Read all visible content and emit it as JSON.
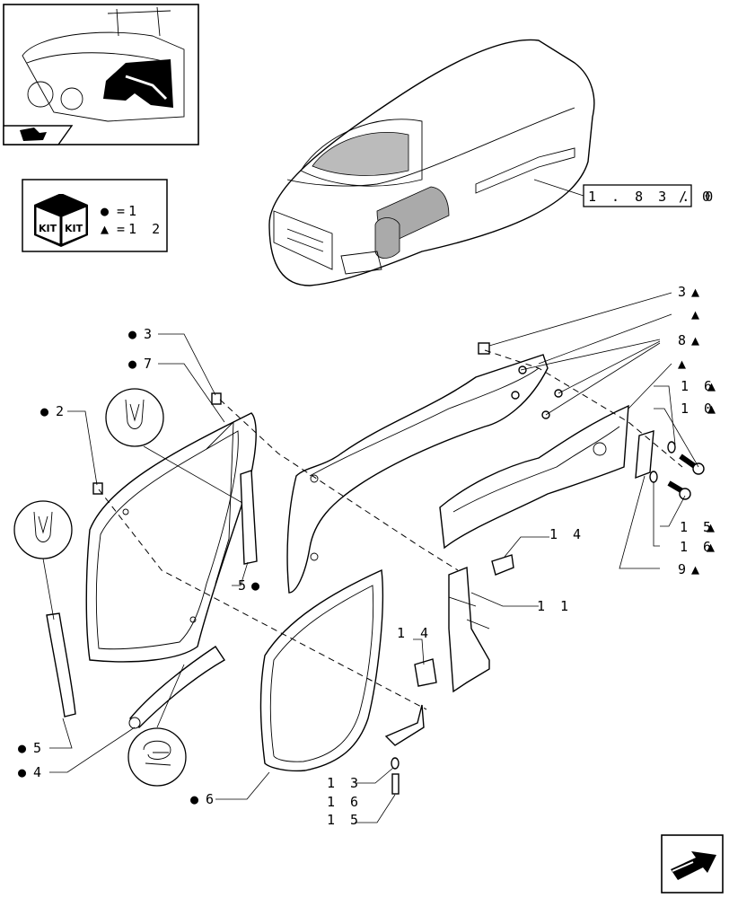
{
  "thumbnail": {
    "description_icon": "tractor-detail-icon",
    "badge_icon": "page-arrow-icon"
  },
  "kit_legend": {
    "kit_text_left": "KIT",
    "kit_text_right": "KIT",
    "circle_symbol": "●",
    "circle_value": "=1",
    "triangle_symbol": "▲",
    "triangle_value": "=1 2"
  },
  "reference": {
    "code": "1 . 8 3 . 0",
    "suffix": "/ 0"
  },
  "callouts": {
    "c3a": "3",
    "blank_tri_1": "",
    "c8": "8",
    "blank_tri_2": "",
    "c16a": "1 6",
    "c10": "1 0",
    "c15a": "1 5",
    "c16b": "1 6",
    "c9": "9",
    "c3b": "3",
    "c7": "7",
    "c2": "2",
    "c5a": "5",
    "c14a": "1 4",
    "c11": "1 1",
    "c14b": "1 4",
    "c5b": "5",
    "c4": "4",
    "c6": "6",
    "c13": "1 3",
    "c16c": "1 6",
    "c15b": "1 5"
  },
  "symbols": {
    "circle": "●",
    "triangle": "▲"
  },
  "nav": {
    "next_icon": "next-page-arrow-icon"
  }
}
